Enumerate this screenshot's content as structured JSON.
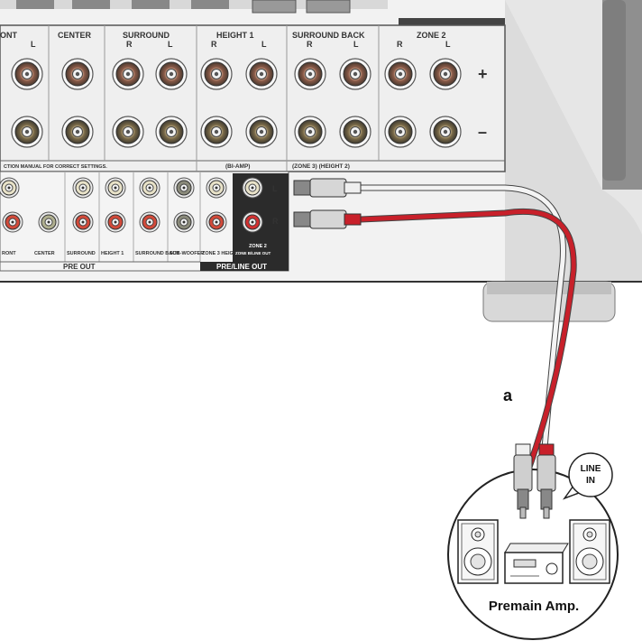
{
  "top_labels": {
    "front": "ONT",
    "front_l": "L",
    "center": "CENTER",
    "surround": "SURROUND",
    "surround_r": "R",
    "surround_l": "L",
    "height1": "HEIGHT 1",
    "height1_r": "R",
    "height1_l": "L",
    "surround_back": "SURROUND BACK",
    "surround_back_r": "R",
    "surround_back_l": "L",
    "zone2": "ZONE 2",
    "zone2_r": "R",
    "zone2_l": "L",
    "plus": "+",
    "minus": "–"
  },
  "bottom_strip": {
    "manual_note": "CTION MANUAL FOR CORRECT SETTINGS.",
    "bi_amp": "(BI-AMP)",
    "zone3_height2": "(ZONE 3) (HEIGHT 2)"
  },
  "pre_out": {
    "labels": [
      "RONT",
      "CENTER",
      "SURROUND",
      "HEIGHT 1",
      "SURROUND BACK",
      "SUB-WOOFER",
      "ZONE 3 HEIGHT 2"
    ],
    "group_label": "PRE OUT"
  },
  "zone2_out": {
    "label_line1": "ZONE 2",
    "label_line2": "ZONE B/LINE OUT",
    "group_label": "PRE/LINE OUT",
    "l": "L",
    "r": "R"
  },
  "cable_label": "a",
  "bubble_line1": "LINE",
  "bubble_line2": "IN",
  "device_label": "Premain Amp.",
  "colors": {
    "panel": "#ececec",
    "red_cable": "#c8202a",
    "white_cable": "#f4f4f4",
    "dark_box": "#2b2b2b"
  }
}
